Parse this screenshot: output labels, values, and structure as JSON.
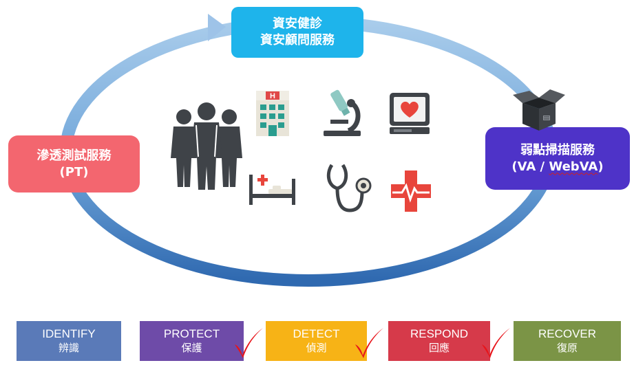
{
  "services": {
    "top": {
      "line1": "資安健診",
      "line2": "資安顧問服務"
    },
    "left": {
      "line1": "滲透測試服務",
      "line2": "(PT)"
    },
    "right": {
      "line1": "弱點掃描服務",
      "line2_prefix": "(VA / ",
      "line2_webva": "WebVA",
      "line2_suffix": ")"
    }
  },
  "nist_functions": [
    {
      "en": "IDENTIFY",
      "zh": "辨識",
      "checked": false,
      "color": "#5A7AB8"
    },
    {
      "en": "PROTECT",
      "zh": "保護",
      "checked": true,
      "color": "#6E4BA8"
    },
    {
      "en": "DETECT",
      "zh": "偵測",
      "checked": true,
      "color": "#F7B316"
    },
    {
      "en": "RESPOND",
      "zh": "回應",
      "checked": true,
      "color": "#D63A4A"
    },
    {
      "en": "RECOVER",
      "zh": "復原",
      "checked": false,
      "color": "#7B9446"
    }
  ],
  "colors": {
    "cycle_arrow": "#4A86C8",
    "check_mark": "#E8141A",
    "icon_dark": "#3F4348"
  },
  "icons": [
    "people-icon",
    "hospital-icon",
    "microscope-icon",
    "heart-monitor-icon",
    "hospital-bed-icon",
    "stethoscope-icon",
    "medical-cross-icon",
    "box-icon"
  ]
}
